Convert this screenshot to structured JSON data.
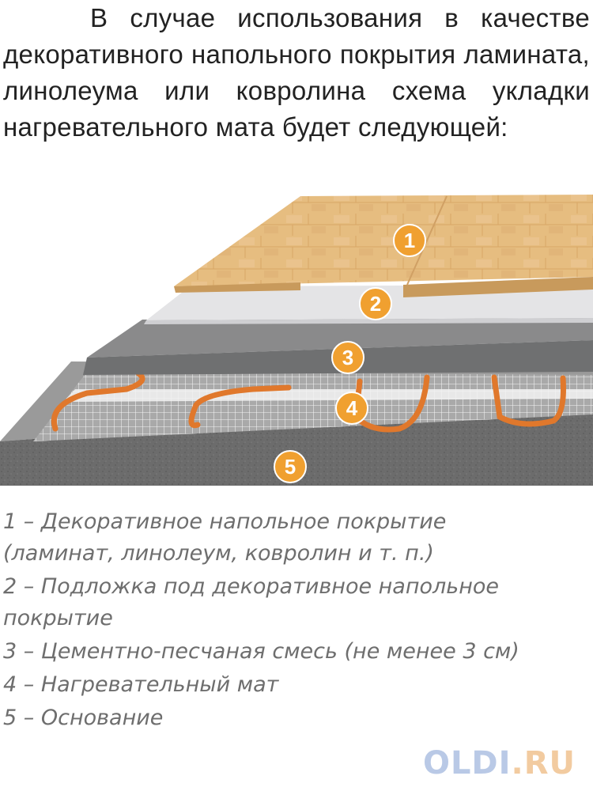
{
  "intro": {
    "text": "В случае использования в качестве декоративного напольного покрытия ламината, линолеума или ковролина схема укладки нагревательного мата будет следующей:"
  },
  "diagram": {
    "markers": [
      "1",
      "2",
      "3",
      "4",
      "5"
    ],
    "colors": {
      "marker": "#f0a030",
      "laminate": "#e6bd80",
      "underlay": "#e4e4e6",
      "screed": "#7f8080",
      "mesh": "#ffffff",
      "cable": "#e0782c",
      "base": "#6b6b6b"
    }
  },
  "legend": [
    {
      "num": "1",
      "sep": " – ",
      "text": "Декоративное напольное покрытие\n(ламинат, линолеум, ковролин и т. п.)"
    },
    {
      "num": "2",
      "sep": " – ",
      "text": "Подложка под декоративное напольное\nпокрытие"
    },
    {
      "num": "3",
      "sep": " – ",
      "text": "Цементно-песчаная смесь (не менее 3 см)"
    },
    {
      "num": "4",
      "sep": " – ",
      "text": "Нагревательный мат"
    },
    {
      "num": "5",
      "sep": " – ",
      "text": "Основание"
    }
  ],
  "watermark": {
    "part1": "OLDI",
    "part2": ".RU",
    "color1": "#b9c9e6",
    "color2": "#f2cba0"
  }
}
